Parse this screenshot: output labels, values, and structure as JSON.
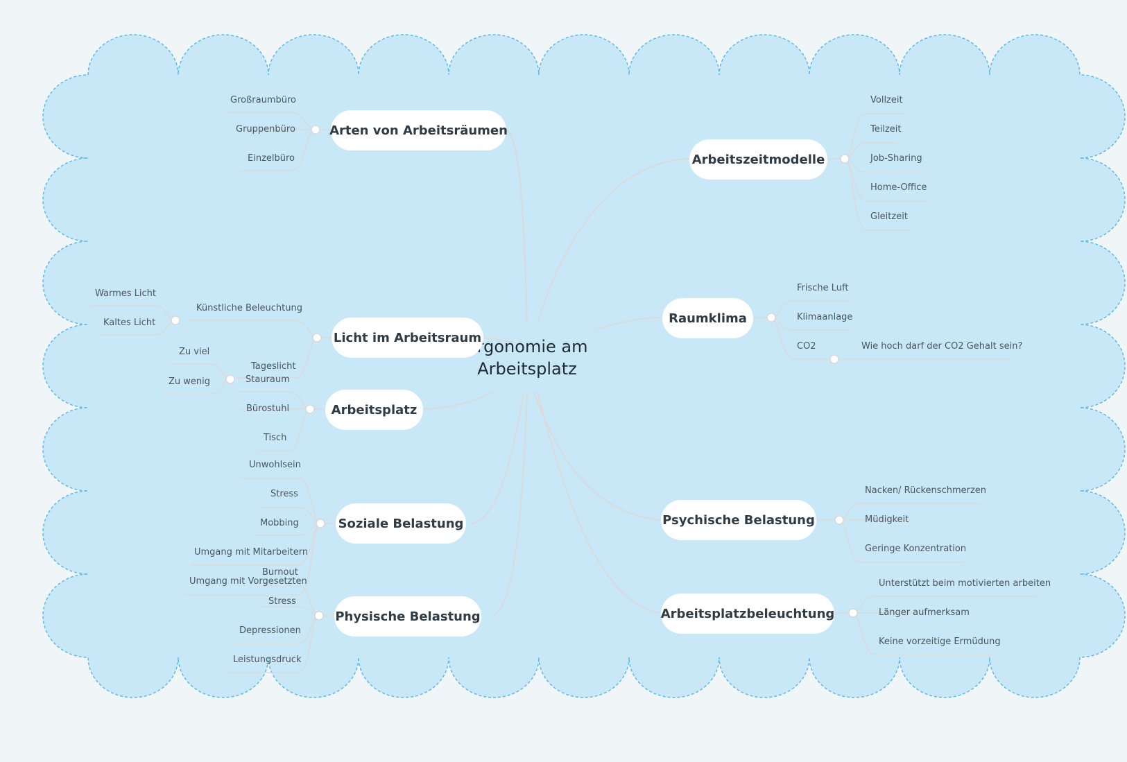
{
  "colors": {
    "background": "#f0f5f8",
    "boundary_fill": "#c8e8f8",
    "boundary_stroke": "#5bb9ea",
    "connector": "#dadada",
    "topic_fill": "#ffffff"
  },
  "central": {
    "line1": "Ergonomie am",
    "line2": "Arbeitsplatz"
  },
  "topics": {
    "arten": {
      "label": "Arten von Arbeitsräumen",
      "children": [
        "Großraumbüro",
        "Gruppenbüro",
        "Einzelbüro"
      ]
    },
    "licht": {
      "label": "Licht im Arbeitsraum",
      "children": [
        {
          "label": "Künstliche Beleuchtung",
          "children": [
            "Warmes Licht",
            "Kaltes Licht"
          ]
        },
        {
          "label": "Tageslicht",
          "children": [
            "Zu viel",
            "Zu wenig"
          ]
        }
      ]
    },
    "arbeitsplatz": {
      "label": "Arbeitsplatz",
      "children": [
        "Stauraum",
        "Bürostuhl",
        "Tisch"
      ]
    },
    "soziale": {
      "label": "Soziale Belastung",
      "children": [
        "Unwohlsein",
        "Stress",
        "Mobbing",
        "Umgang mit Mitarbeitern",
        "Umgang mit Vorgesetzten"
      ]
    },
    "physische": {
      "label": "Physische Belastung",
      "children": [
        "Burnout",
        "Stress",
        "Depressionen",
        "Leistungsdruck"
      ]
    },
    "arbeitszeit": {
      "label": "Arbeitszeitmodelle",
      "children": [
        "Vollzeit",
        "Teilzeit",
        "Job-Sharing",
        "Home-Office",
        "Gleitzeit"
      ]
    },
    "raumklima": {
      "label": "Raumklima",
      "children": [
        {
          "label": "Frische Luft"
        },
        {
          "label": "Klimaanlage"
        },
        {
          "label": "CO2",
          "children": [
            "Wie hoch darf der CO2 Gehalt sein?"
          ]
        }
      ]
    },
    "psychische": {
      "label": "Psychische Belastung",
      "children": [
        "Nacken/ Rückenschmerzen",
        "Müdigkeit",
        "Geringe Konzentration"
      ]
    },
    "beleuchtung": {
      "label": "Arbeitsplatzbeleuchtung",
      "children": [
        "Unterstützt beim motivierten arbeiten",
        "Länger aufmerksam",
        "Keine vorzeitige Ermüdung"
      ]
    }
  }
}
